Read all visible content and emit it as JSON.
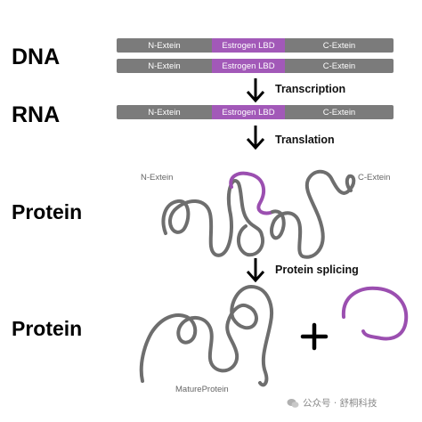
{
  "rows": {
    "dna": "DNA",
    "rna": "RNA",
    "protein_precursor": "Protein",
    "protein_mature": "Protein"
  },
  "segments": {
    "n_extein": "N-Extein",
    "estrogen_lbd": "Estrogen LBD",
    "c_extein": "C-Extein"
  },
  "steps": {
    "transcription": "Transcription",
    "translation": "Translation",
    "protein_splicing": "Protein splicing"
  },
  "protein_labels": {
    "n_extein": "N-Extein",
    "c_extein": "C-Extein",
    "mature_protein": "MatureProtein"
  },
  "plus": "+",
  "watermark": {
    "text": "公众号 · 舒桐科技",
    "icon": "wechat-icon"
  },
  "colors": {
    "extein_gray": "#7b7b7b",
    "lbd_purple": "#a259b8",
    "chain_gray": "#6e6e6e",
    "chain_purple": "#9b4fb0",
    "text": "#000000"
  }
}
